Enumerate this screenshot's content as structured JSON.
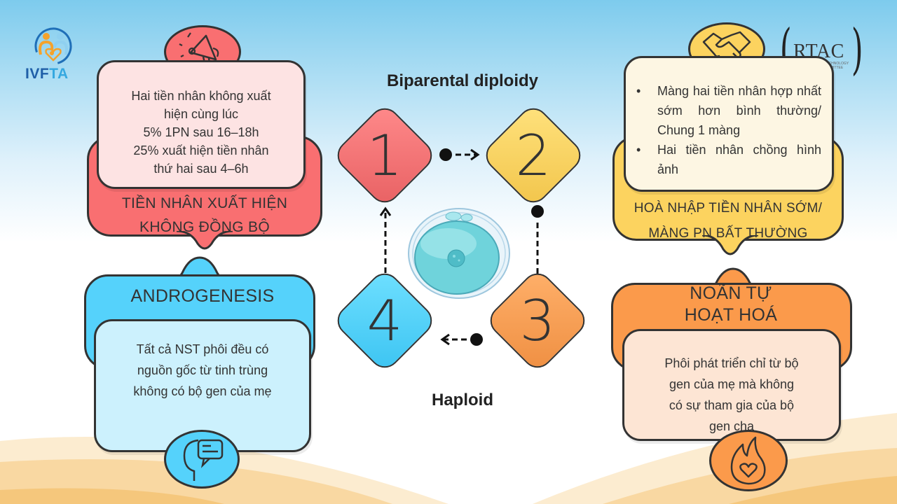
{
  "logos": {
    "left": {
      "text_part1": "IVF",
      "text_part2": "TA"
    },
    "right": {
      "name": "RTAC",
      "subtitle_line1": "...VE TECHNOLOGY",
      "subtitle_line2": "...N COMMITTEE"
    }
  },
  "cycle": {
    "top_label": "Biparental diploidy",
    "bottom_label": "Haploid",
    "steps": [
      {
        "number": "1",
        "color": "#f96f71"
      },
      {
        "number": "2",
        "color": "#fcd35f"
      },
      {
        "number": "3",
        "color": "#fb9a4b"
      },
      {
        "number": "4",
        "color": "#55d2fb"
      }
    ],
    "center_image": "oocyte"
  },
  "cards": {
    "asynchronous": {
      "icon": "megaphone-icon",
      "body": "Hai tiền nhân không xuất\nhiện cùng lúc\n5% 1PN sau 16–18h\n25% xuất hiện tiền nhân\nthứ hai sau 4–6h",
      "title": "TIỀN NHÂN XUẤT HIỆN\nKHÔNG ĐỒNG BỘ",
      "color": "#f96f71"
    },
    "fusion": {
      "icon": "handshake-icon",
      "bullets": [
        "Màng hai tiền nhân hợp nhất sớm hơn bình thường/ Chung 1 màng",
        "Hai tiền nhân chồng hình ảnh"
      ],
      "title": "HOÀ NHẬP TIỀN NHÂN SỚM/\nMÀNG PN BẤT THƯỜNG",
      "color": "#fcd35f"
    },
    "androgenesis": {
      "icon": "head-speech-icon",
      "title": "ANDROGENESIS",
      "body": "Tất cả NST phôi đều có\nnguồn gốc từ tinh trùng\nkhông có bộ gen của mẹ",
      "color": "#55d2fb"
    },
    "parthenogenesis": {
      "icon": "flame-heart-icon",
      "title": "NOÃN TỰ\nHOẠT HOÁ",
      "body": "Phôi phát triển chỉ từ bộ\ngen của mẹ mà không\ncó sự tham gia của bộ\ngen cha",
      "color": "#fb9a4b"
    }
  }
}
